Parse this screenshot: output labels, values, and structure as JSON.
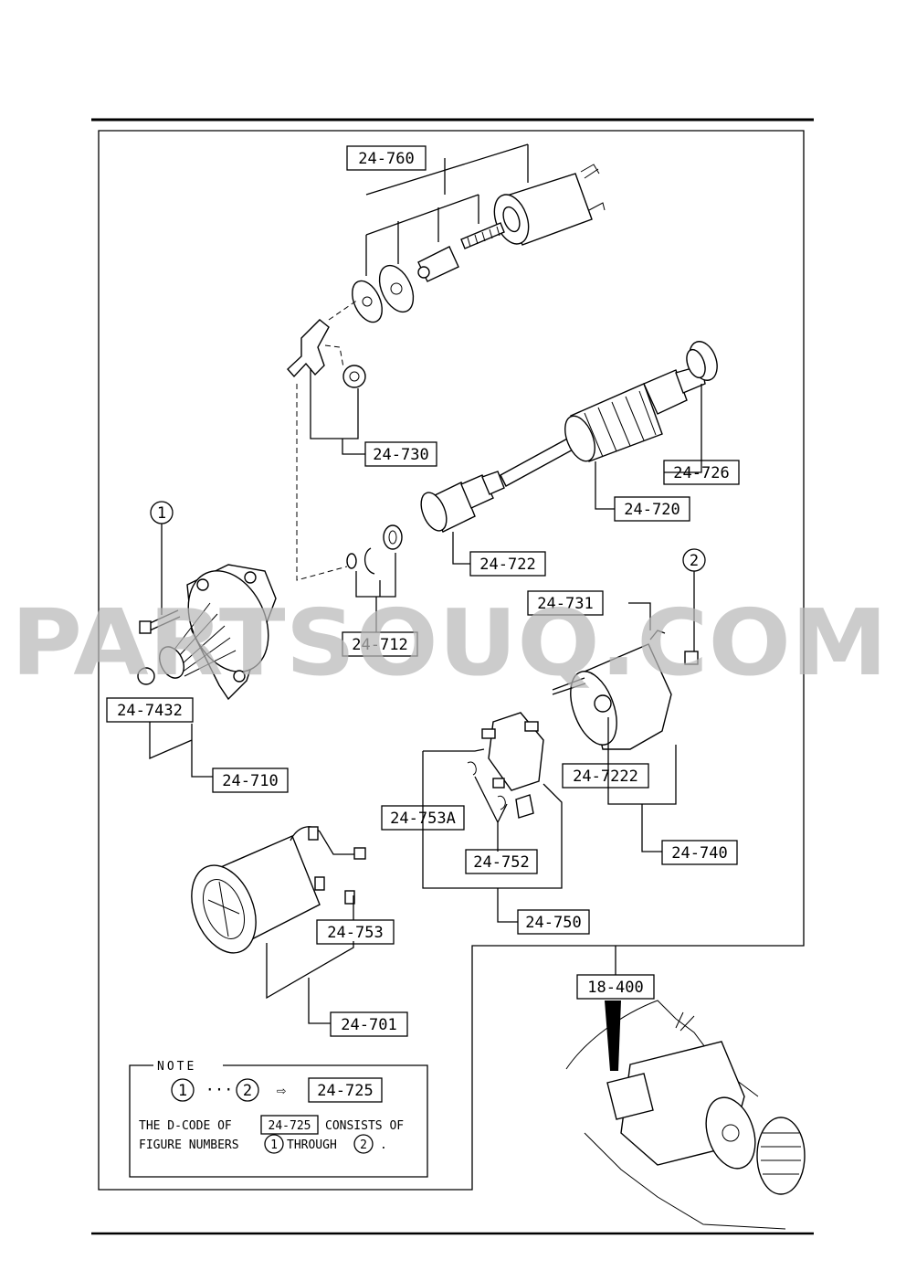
{
  "labels": {
    "p760": "24-760",
    "p730": "24-730",
    "p726": "24-726",
    "p720": "24-720",
    "p722": "24-722",
    "p712": "24-712",
    "p731": "24-731",
    "p7432": "24-7432",
    "p710": "24-710",
    "p7222": "24-7222",
    "p753a": "24-753A",
    "p752": "24-752",
    "p740": "24-740",
    "p750": "24-750",
    "p753": "24-753",
    "p701": "24-701",
    "p400": "18-400"
  },
  "markers": {
    "m1": "1",
    "m2": "2"
  },
  "note": {
    "title": "NOTE",
    "from": "1",
    "dots": "···",
    "to": "2",
    "arrow": "⇨",
    "code": "24-725",
    "line1_a": "THE D-CODE OF",
    "line1_code": "24-725",
    "line1_b": "CONSISTS OF",
    "line2_a": "FIGURE NUMBERS",
    "line2_from": "1",
    "line2_mid": "THROUGH",
    "line2_to": "2",
    "line2_end": "."
  },
  "watermark": "PARTSOUQ.COM"
}
